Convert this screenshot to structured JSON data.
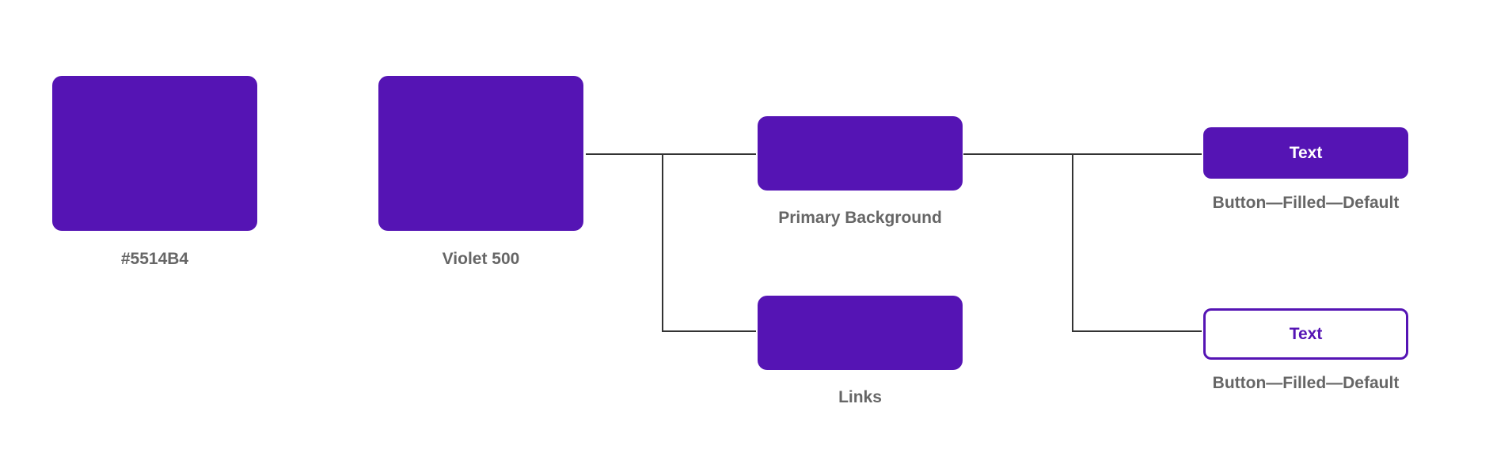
{
  "colors": {
    "primary": "#5514B4",
    "caption": "#666666",
    "line": "#333333",
    "surface": "#FFFFFF"
  },
  "swatch_hex": {
    "caption": "#5514B4"
  },
  "swatch_token": {
    "caption": "Violet 500"
  },
  "roles": [
    {
      "caption": "Primary Background"
    },
    {
      "caption": "Links"
    }
  ],
  "components": [
    {
      "button_text": "Text",
      "caption": "Button—Filled—Default",
      "style": "filled"
    },
    {
      "button_text": "Text",
      "caption": "Button—Filled—Default",
      "style": "outlined"
    }
  ]
}
